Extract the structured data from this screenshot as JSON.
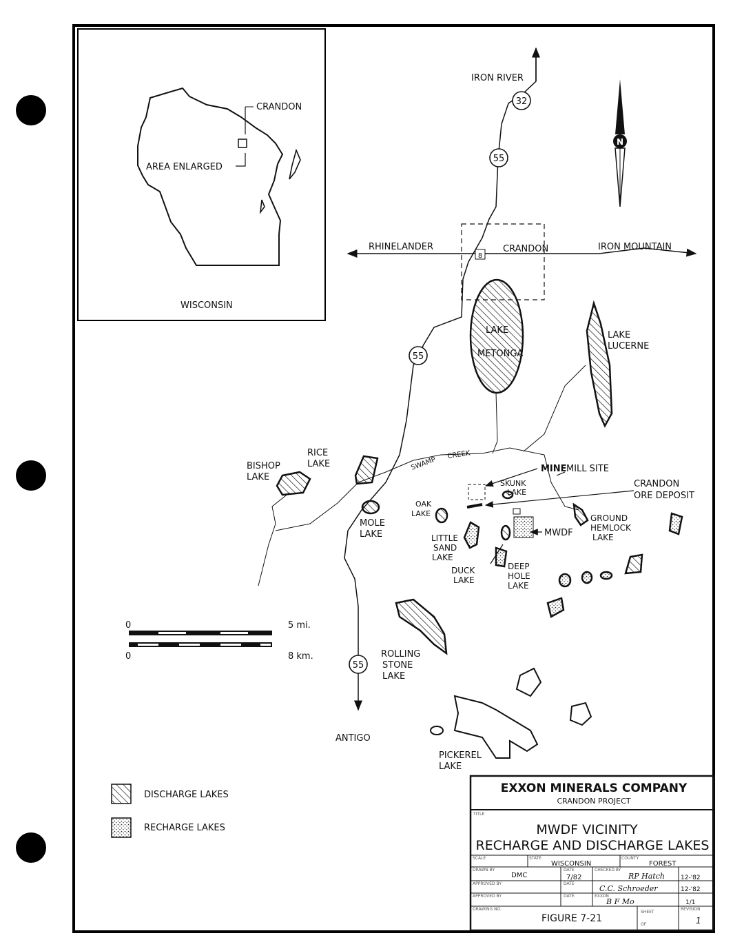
{
  "inset": {
    "crandon": "CRANDON",
    "area_enlarged": "AREA ENLARGED",
    "state": "WISCONSIN"
  },
  "places": {
    "iron_river": "IRON RIVER",
    "rhinelander": "RHINELANDER",
    "crandon": "CRANDON",
    "iron_mountain": "IRON MOUNTAIN",
    "antigo": "ANTIGO",
    "mine": "MINE",
    "mill_site": "MILL SITE",
    "ore_deposit": [
      "CRANDON",
      "ORE DEPOSIT"
    ],
    "mwdf": "MWDF",
    "swamp": "SWAMP",
    "creek": "CREEK"
  },
  "routes": {
    "hwy32": "32",
    "hwy55": "55",
    "us8": "8"
  },
  "north": "N",
  "lakes": {
    "metonga": [
      "LAKE",
      "METONGA"
    ],
    "lucerne": [
      "LAKE",
      "LUCERNE"
    ],
    "rice": [
      "RICE",
      "LAKE"
    ],
    "bishop": [
      "BISHOP",
      "LAKE"
    ],
    "mole": [
      "MOLE",
      "LAKE"
    ],
    "oak": [
      "OAK",
      "LAKE"
    ],
    "skunk": [
      "SKUNK",
      "LAKE"
    ],
    "little_sand": [
      "LITTLE",
      "SAND",
      "LAKE"
    ],
    "duck": [
      "DUCK",
      "LAKE"
    ],
    "deep_hole": [
      "DEEP",
      "HOLE",
      "LAKE"
    ],
    "ground_hemlock": [
      "GROUND",
      "HEMLOCK",
      "LAKE"
    ],
    "rolling_stone": [
      "ROLLING",
      "STONE",
      "LAKE"
    ],
    "pickerel": [
      "PICKEREL",
      "LAKE"
    ]
  },
  "scale": {
    "zero": "0",
    "miles": "5 mi.",
    "km": "8 km."
  },
  "legend": {
    "discharge": "DISCHARGE LAKES",
    "recharge": "RECHARGE LAKES"
  },
  "title_block": {
    "company": "EXXON MINERALS COMPANY",
    "project": "CRANDON PROJECT",
    "title_label": "TITLE",
    "title_line1": "MWDF VICINITY",
    "title_line2": "RECHARGE AND DISCHARGE LAKES",
    "scale_label": "SCALE",
    "state_label": "STATE",
    "state": "WISCONSIN",
    "county_label": "COUNTY",
    "county": "FOREST",
    "drawn_by_label": "DRAWN BY",
    "drawn_by": "DMC",
    "date_label": "DATE",
    "drawn_date": "7/82",
    "checked_by_label": "CHECKED BY",
    "checked_by": "RP Hatch",
    "checked_date": "12-'82",
    "approved_by_label": "APPROVED BY",
    "approved_by": "C.C. Schroeder",
    "approved_date": "12-'82",
    "exxon_label": "EXXON",
    "exxon_sign": "B F Mo",
    "exxon_date": "1/1",
    "drawing_no_label": "DRAWING NO.",
    "figure": "FIGURE 7-21",
    "sheet_label": "SHEET",
    "of_label": "OF",
    "revision_label": "REVISION",
    "revision": "1"
  }
}
